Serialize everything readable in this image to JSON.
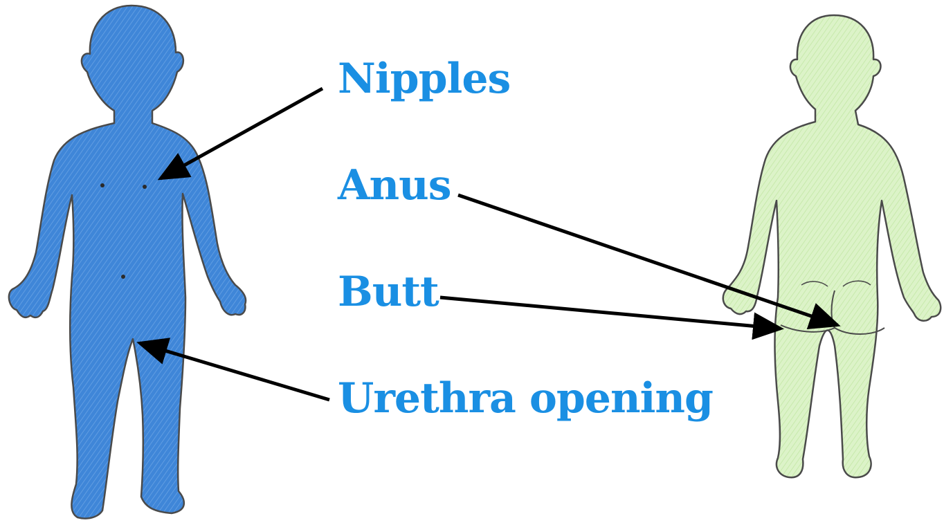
{
  "labels": {
    "nipples": "Nipples",
    "anus": "Anus",
    "butt": "Butt",
    "urethra": "Urethra opening"
  },
  "colors": {
    "label_text": "#1a8fe3",
    "front_figure_fill": "#3f86d8",
    "back_figure_fill": "#d3efbd",
    "outline": "#4a4a4a",
    "arrow": "#000000"
  },
  "figures": {
    "front": {
      "view": "front",
      "color_name": "blue"
    },
    "back": {
      "view": "back",
      "color_name": "green"
    }
  }
}
